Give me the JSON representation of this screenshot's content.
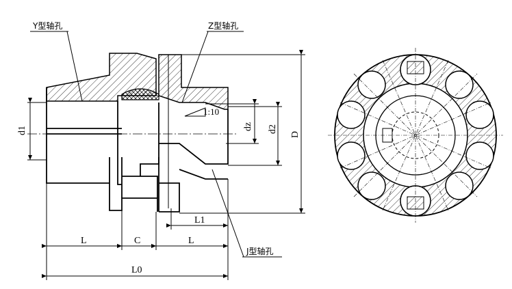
{
  "labels": {
    "y_bore": "Y型轴孔",
    "z_bore": "Z型轴孔",
    "j_bore": "J型轴孔",
    "taper": "1:10",
    "d1": "d1",
    "dz": "dz",
    "d2": "d2",
    "D": "D",
    "L1": "L1",
    "L_left": "L",
    "C": "C",
    "L_right": "L",
    "L0": "L0"
  }
}
